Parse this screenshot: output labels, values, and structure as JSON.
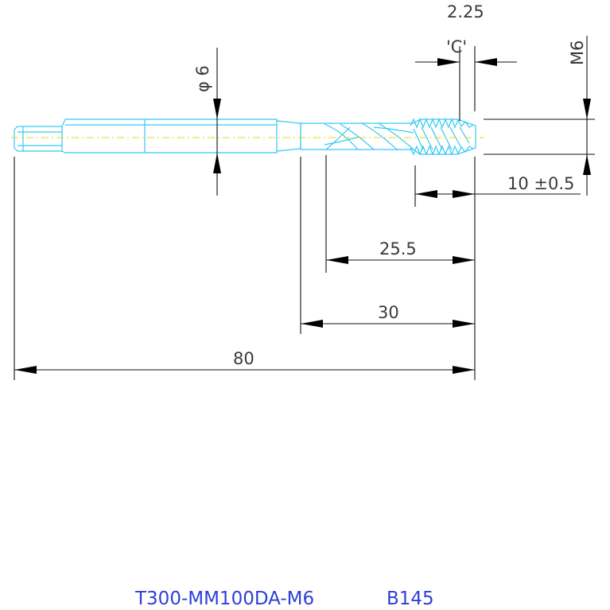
{
  "dimensions": {
    "chamfer_length": "2.25",
    "chamfer_label": "'C'",
    "thread": "M6",
    "shank_diameter": "φ 6",
    "thread_length": "10  ±0.5",
    "flute_length": "25.5",
    "neck_length": "30",
    "overall_length": "80"
  },
  "title_block": {
    "part_number": "T300-MM100DA-M6",
    "code": "B145"
  },
  "colors": {
    "tool_outline": "#35c9f2",
    "centerline": "#e9d51a",
    "title_text": "#2f3fd6",
    "dimension_lines": "#111111"
  }
}
